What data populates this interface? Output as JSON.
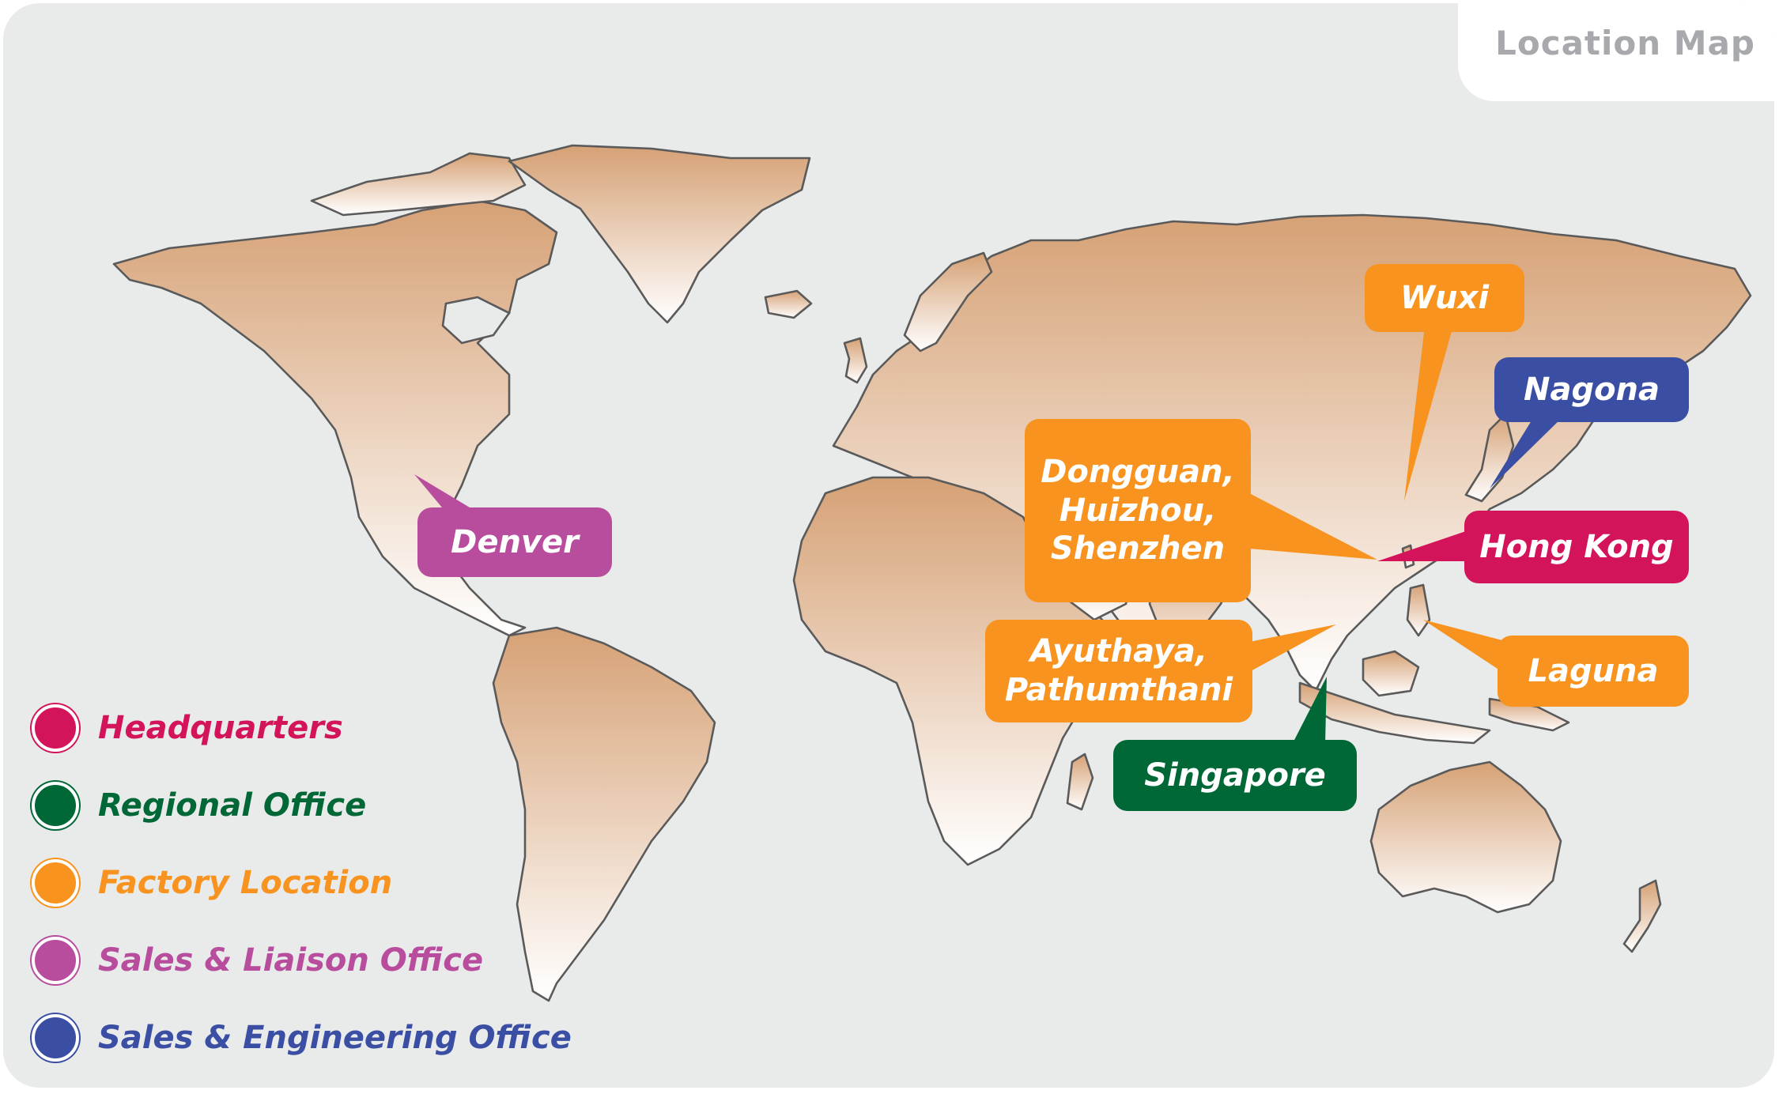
{
  "map": {
    "title": "Location Map",
    "land_color_top": "#d6a175",
    "land_color_bottom": "#ffffff",
    "background_color": "#e9eaea"
  },
  "legend": [
    {
      "label": "Headquarters",
      "color": "#d4145a"
    },
    {
      "label": "Regional Office",
      "color": "#006837"
    },
    {
      "label": "Factory Location",
      "color": "#f7931e"
    },
    {
      "label": "Sales & Liaison Office",
      "color": "#b84d9e"
    },
    {
      "label": "Sales & Engineering Office",
      "color": "#3a4fa3"
    }
  ],
  "locations": [
    {
      "label": "Wuxi",
      "type": "Factory Location",
      "color": "#f7931e"
    },
    {
      "label": "Nagona",
      "type": "Sales & Engineering Office",
      "color": "#3a4fa3"
    },
    {
      "label": "Dongguan, Huizhou, Shenzhen",
      "type": "Factory Location",
      "color": "#f7931e"
    },
    {
      "label": "Hong Kong",
      "type": "Headquarters",
      "color": "#d4145a"
    },
    {
      "label": "Denver",
      "type": "Sales & Liaison Office",
      "color": "#b84d9e"
    },
    {
      "label": "Ayuthaya, Pathumthani",
      "type": "Factory Location",
      "color": "#f7931e"
    },
    {
      "label": "Laguna",
      "type": "Factory Location",
      "color": "#f7931e"
    },
    {
      "label": "Singapore",
      "type": "Regional Office",
      "color": "#006837"
    }
  ]
}
